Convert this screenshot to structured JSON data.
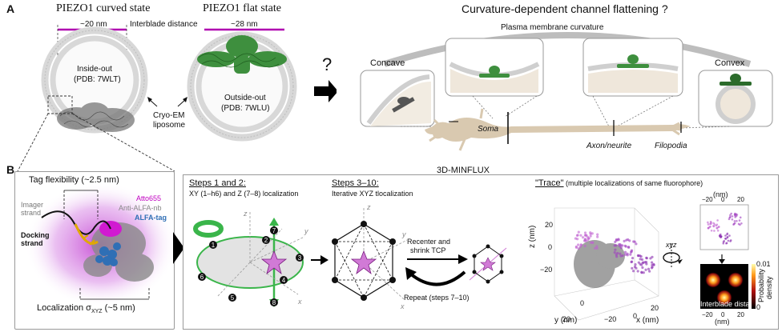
{
  "panelA": {
    "letter": "A",
    "curved_title": "PIEZO1 curved state",
    "flat_title": "PIEZO1 flat state",
    "curved_width": "~20 nm",
    "flat_width": "~28 nm",
    "interblade": "Interblade distance",
    "inside_out": "Inside-out",
    "inside_pdb": "(PDB: 7WLT)",
    "outside_out": "Outside-out",
    "outside_pdb": "(PDB: 7WLU)",
    "cryo1": "Cryo-EM",
    "cryo2": "liposome",
    "question": "?",
    "right_title": "Curvature-dependent channel flattening ?",
    "membrane_curv": "Plasma membrane curvature",
    "concave": "Concave",
    "convex": "Convex",
    "soma": "Soma",
    "axon": "Axon/neurite",
    "filopodia": "Filopodia"
  },
  "panelB": {
    "letter": "B",
    "minflux_title": "3D-MINFLUX",
    "tag_flex": "Tag flexibility (~2.5 nm)",
    "imager1": "Imager",
    "imager2": "strand",
    "atto": "Atto655",
    "anti": "Anti-ALFA-nb",
    "alfa": "ALFA-tag",
    "docking1": "Docking",
    "docking2": "strand",
    "localization": "Localization σ",
    "localization_sub": "XYZ",
    "localization_end": " (~5 nm)",
    "steps12_title": "Steps 1 and 2:",
    "steps12_sub": "XY (1–h6) and Z (7–8) localization",
    "steps310_title": "Steps 3–10:",
    "steps310_sub": "Iterative XYZ tlocalization",
    "recenter1": "Recenter and",
    "recenter2": "shrink TCP",
    "repeat": "Repeat (steps 7–10)",
    "trace_title": "\"Trace\"",
    "trace_sub": " (multiple localizations of same fluorophore)",
    "step_numbers": [
      "1",
      "2",
      "3",
      "4",
      "5",
      "6",
      "7",
      "8"
    ],
    "axis_x": "x",
    "axis_y": "y",
    "axis_z": "z",
    "axis_z_nm": "z (nm)",
    "axis_y_nm": "y (nm)",
    "axis_x_nm": "x (nm)",
    "tick_20": "20",
    "tick_0": "0",
    "tick_m20": "−20",
    "nm": "(nm)",
    "xyz": "xyz",
    "prob_top": "0.01",
    "prob_bottom": "0",
    "prob_label1": "Probability",
    "prob_label2": "density",
    "interblade_dist": "Interblade dista"
  }
}
